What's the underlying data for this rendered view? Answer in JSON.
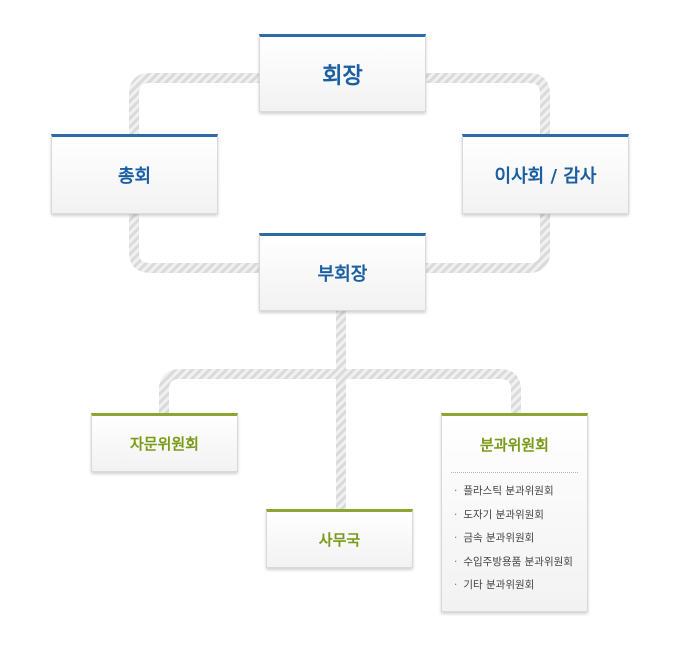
{
  "diagram": {
    "chairman": "회장",
    "general_assembly": "총회",
    "board": "이사회 / 감사",
    "vice_chairman": "부회장",
    "advisory_committee": "자문위원회",
    "secretariat": "사무국",
    "subcommittee": {
      "title": "분과위원회",
      "items": [
        "플라스틱 분과위원회",
        "도자기 분과위원회",
        "금속 분과위원회",
        "수입주방용품 분과위원회",
        "기타 분과위원회"
      ]
    }
  },
  "colors": {
    "top_tier_accent": "#2d6aa6",
    "committee_accent": "#8ca62f",
    "connector": "#e2e2e2"
  }
}
